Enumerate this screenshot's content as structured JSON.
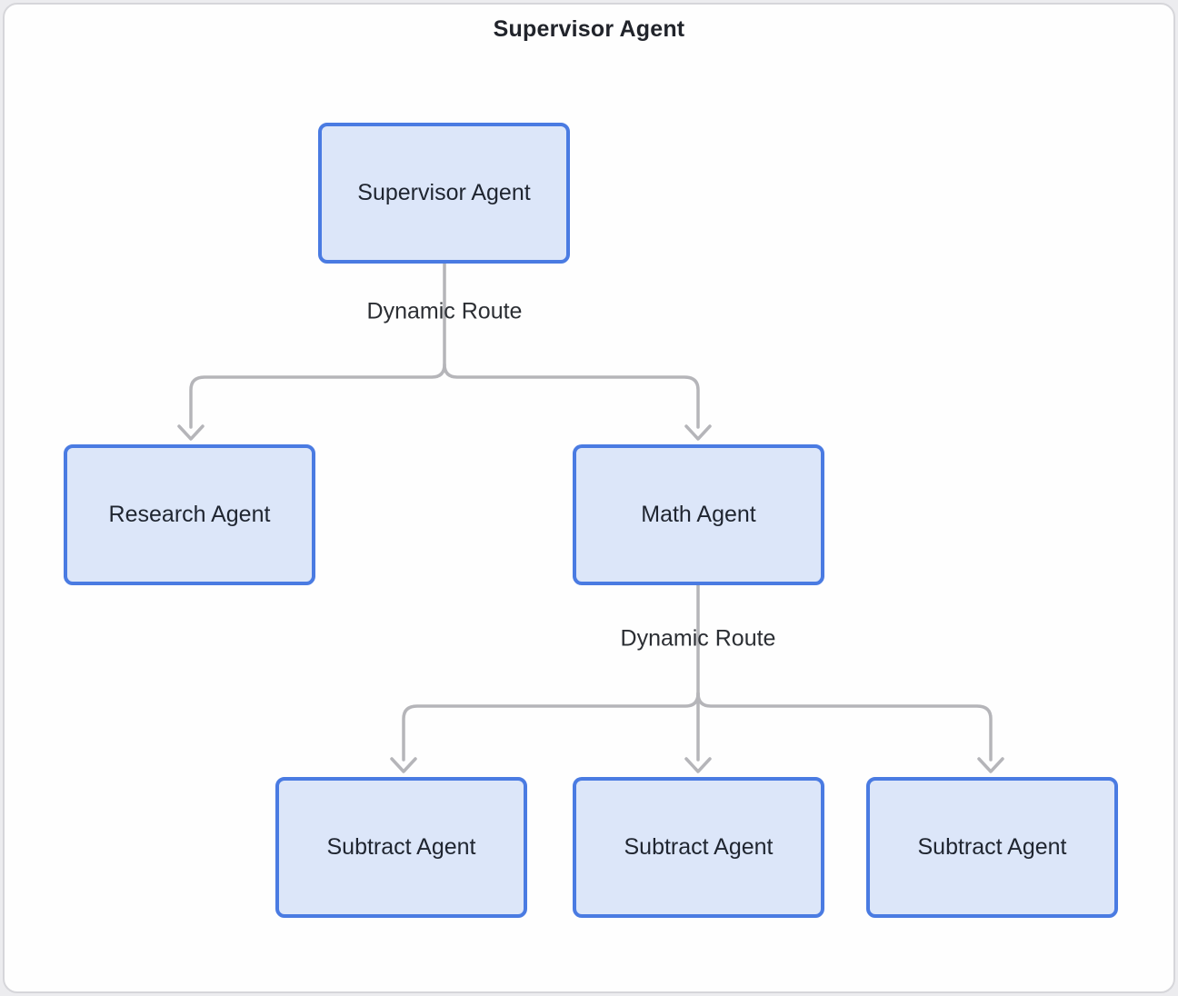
{
  "diagram": {
    "title": "Supervisor Agent",
    "nodes": [
      {
        "id": "supervisor",
        "label": "Supervisor Agent"
      },
      {
        "id": "research",
        "label": "Research Agent"
      },
      {
        "id": "math",
        "label": "Math Agent"
      },
      {
        "id": "subtract-1",
        "label": "Subtract Agent"
      },
      {
        "id": "subtract-2",
        "label": "Subtract Agent"
      },
      {
        "id": "subtract-3",
        "label": "Subtract Agent"
      }
    ],
    "edges": [
      {
        "id": "route-1",
        "from": "supervisor",
        "to": [
          "research",
          "math"
        ],
        "label": "Dynamic Route"
      },
      {
        "id": "route-2",
        "from": "math",
        "to": [
          "subtract-1",
          "subtract-2",
          "subtract-3"
        ],
        "label": "Dynamic Route"
      }
    ],
    "colors": {
      "node_fill": "#dce6f9",
      "node_border": "#4a7be2",
      "node_text": "#1f2530",
      "connector": "#b5b5b9",
      "title_text": "#21242b",
      "frame_border": "#d6d6da",
      "card_background": "#fefefe"
    }
  }
}
